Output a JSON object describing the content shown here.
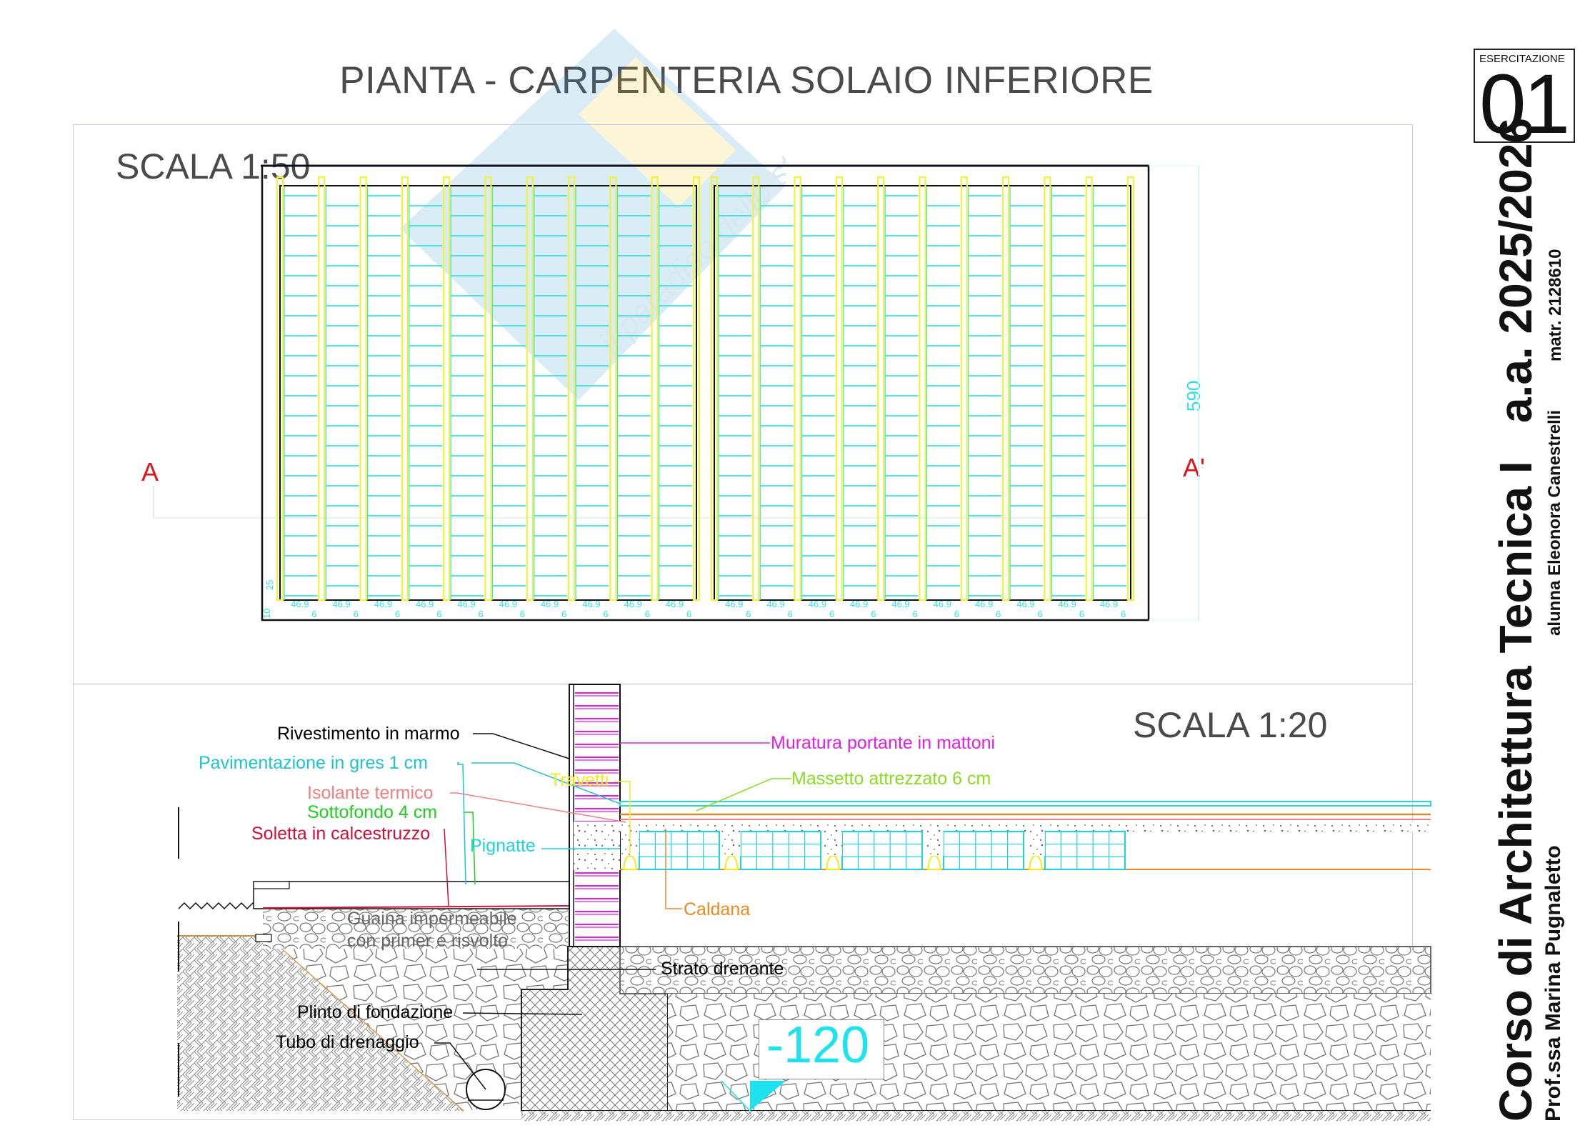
{
  "sheet": {
    "title": "PIANTA - CARPENTERIA SOLAIO INFERIORE",
    "exercise_badge": {
      "label": "ESERCITAZIONE",
      "number": "01"
    },
    "title_block": {
      "course": "Corso di Architettura Tecnica I",
      "academic_year_label": "a.a.",
      "academic_year": "2025/2026",
      "professor": "Prof.ssa Marina Pugnaletto",
      "student": "alunna Eleonora Canestrelli",
      "matricola": "matr. 2128610"
    },
    "watermark": {
      "brand": "Skuola.net",
      "tagline": "il paradiso dello studente"
    }
  },
  "plan": {
    "scale_label": "SCALA 1:50",
    "section_marks": {
      "left": "A",
      "right": "A'"
    },
    "dimensions": {
      "overall_height": "590",
      "bay_spacing": "46.9",
      "joist_width": "6",
      "edge_left_small": "10",
      "edge_left_tile": "25"
    },
    "bays": 2,
    "joists_per_bay": 11,
    "colors": {
      "joist": "#f2f23a",
      "tile_line": "#35e3e3",
      "border": "#111111",
      "beam_top": "#0a1a8a"
    }
  },
  "section": {
    "scale_label": "SCALA 1:20",
    "level_marker": "-120",
    "labels": [
      {
        "id": "rivestimento",
        "text": "Rivestimento in marmo",
        "color": "#111111"
      },
      {
        "id": "pavimentazione",
        "text": "Pavimentazione in gres 1 cm",
        "color": "#1fc4d0"
      },
      {
        "id": "isolante",
        "text": "Isolante termico",
        "color": "#ef8080"
      },
      {
        "id": "sottofondo",
        "text": "Sottofondo 4 cm",
        "color": "#22cc22"
      },
      {
        "id": "soletta",
        "text": "Soletta in calcestruzzo",
        "color": "#d0103a"
      },
      {
        "id": "pignatte",
        "text": "Pignatte",
        "color": "#1fd3e0"
      },
      {
        "id": "travetti",
        "text": "Travetti",
        "color": "#f2ec1a"
      },
      {
        "id": "muratura",
        "text": "Muratura portante in mattoni",
        "color": "#e21ee2"
      },
      {
        "id": "massetto",
        "text": "Massetto attrezzato 6 cm",
        "color": "#88dd22"
      },
      {
        "id": "caldana",
        "text": "Caldana",
        "color": "#ee8a22"
      },
      {
        "id": "guaina1",
        "text": "Guaina impermeabile",
        "color": "#555555"
      },
      {
        "id": "guaina2",
        "text": "con primer e risvolto",
        "color": "#555555"
      },
      {
        "id": "strato",
        "text": "Strato drenante",
        "color": "#111111"
      },
      {
        "id": "plinto",
        "text": "Plinto di fondazione",
        "color": "#111111"
      },
      {
        "id": "tubo",
        "text": "Tubo di drenaggio",
        "color": "#111111"
      }
    ]
  }
}
